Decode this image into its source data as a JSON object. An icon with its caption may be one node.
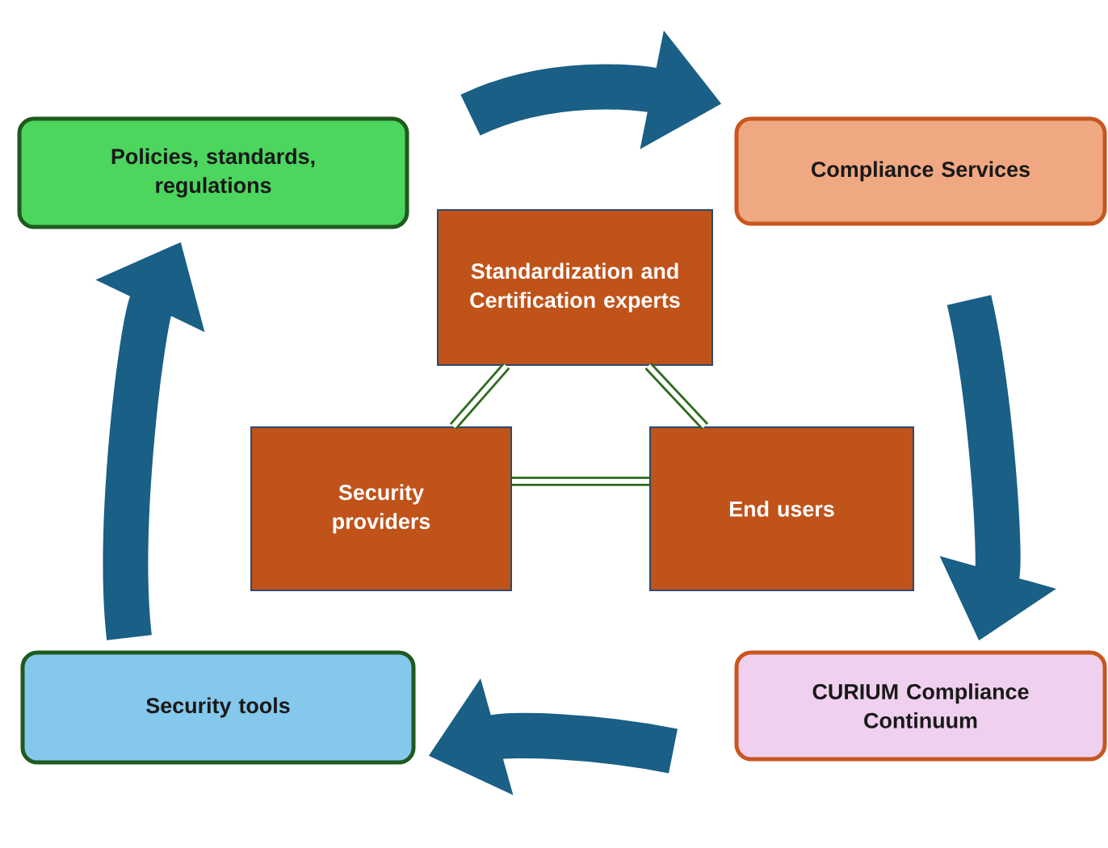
{
  "diagram": {
    "nodes": [
      {
        "text": [
          "Policies, standards, regulations"
        ]
      },
      {
        "text": [
          "Compliance Services"
        ]
      },
      {
        "text": [
          "Standardization and Certification experts"
        ]
      },
      {
        "text": [
          "Security providers"
        ]
      },
      {
        "text": [
          "End users"
        ]
      },
      {
        "text": [
          "Security tools"
        ]
      },
      {
        "text": [
          "CURIUM Compliance Continuum"
        ]
      }
    ],
    "edges": [
      {
        "from": 0,
        "to": 1,
        "arrow": "to"
      },
      {
        "from": 1,
        "to": 6,
        "arrow": "to"
      },
      {
        "from": 6,
        "to": 5,
        "arrow": "to"
      },
      {
        "from": 5,
        "to": 0,
        "arrow": "to"
      },
      {
        "from": 2,
        "to": 3,
        "arrow": "none",
        "color": "#2e6b1e"
      },
      {
        "from": 2,
        "to": 4,
        "arrow": "none",
        "color": "#2e6b1e"
      },
      {
        "from": 3,
        "to": 4,
        "arrow": "none",
        "color": "#2e6b1e"
      }
    ]
  }
}
